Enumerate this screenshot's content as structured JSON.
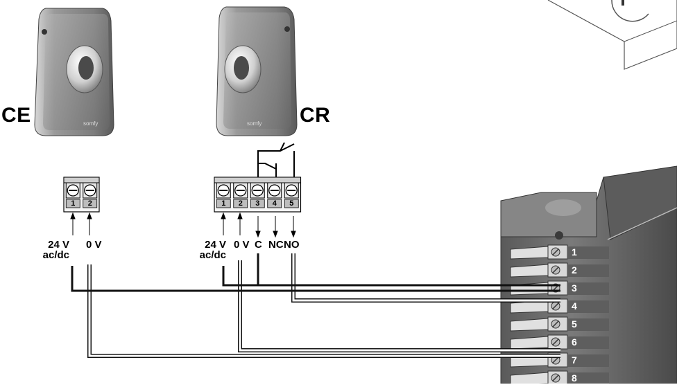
{
  "devices": {
    "ce": {
      "label": "CE",
      "terminals": [
        "1",
        "2"
      ],
      "inputs": {
        "power": "24 V\nac/dc",
        "zero": "0 V"
      }
    },
    "cr": {
      "label": "CR",
      "terminals": [
        "1",
        "2",
        "3",
        "4",
        "5"
      ],
      "inputs": {
        "power": "24 V\nac/dc",
        "zero": "0 V",
        "c": "C",
        "nc": "NC",
        "no": "NO"
      }
    }
  },
  "controller": {
    "terminals": [
      "1",
      "2",
      "3",
      "4",
      "5",
      "6",
      "7",
      "8"
    ]
  },
  "colors": {
    "wire_dark": "#111111",
    "wire_light": "#ffffff",
    "housing": "#8a8a8a",
    "controller": "#6f6f6f"
  }
}
